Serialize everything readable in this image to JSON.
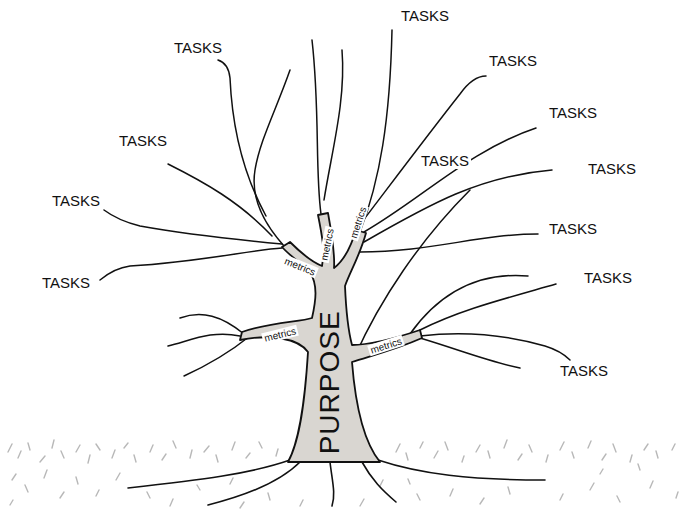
{
  "diagram": {
    "labels": [
      "TASKS",
      "TASKS",
      "TASKS",
      "TASKS",
      "TASKS",
      "TASKS",
      "TASKS",
      "TASKS",
      "TASKS",
      "TASKS",
      "TASKS",
      "TASKS",
      "metrics",
      "metrics",
      "metrics",
      "metrics",
      "metrics",
      "PURPOSE"
    ]
  }
}
